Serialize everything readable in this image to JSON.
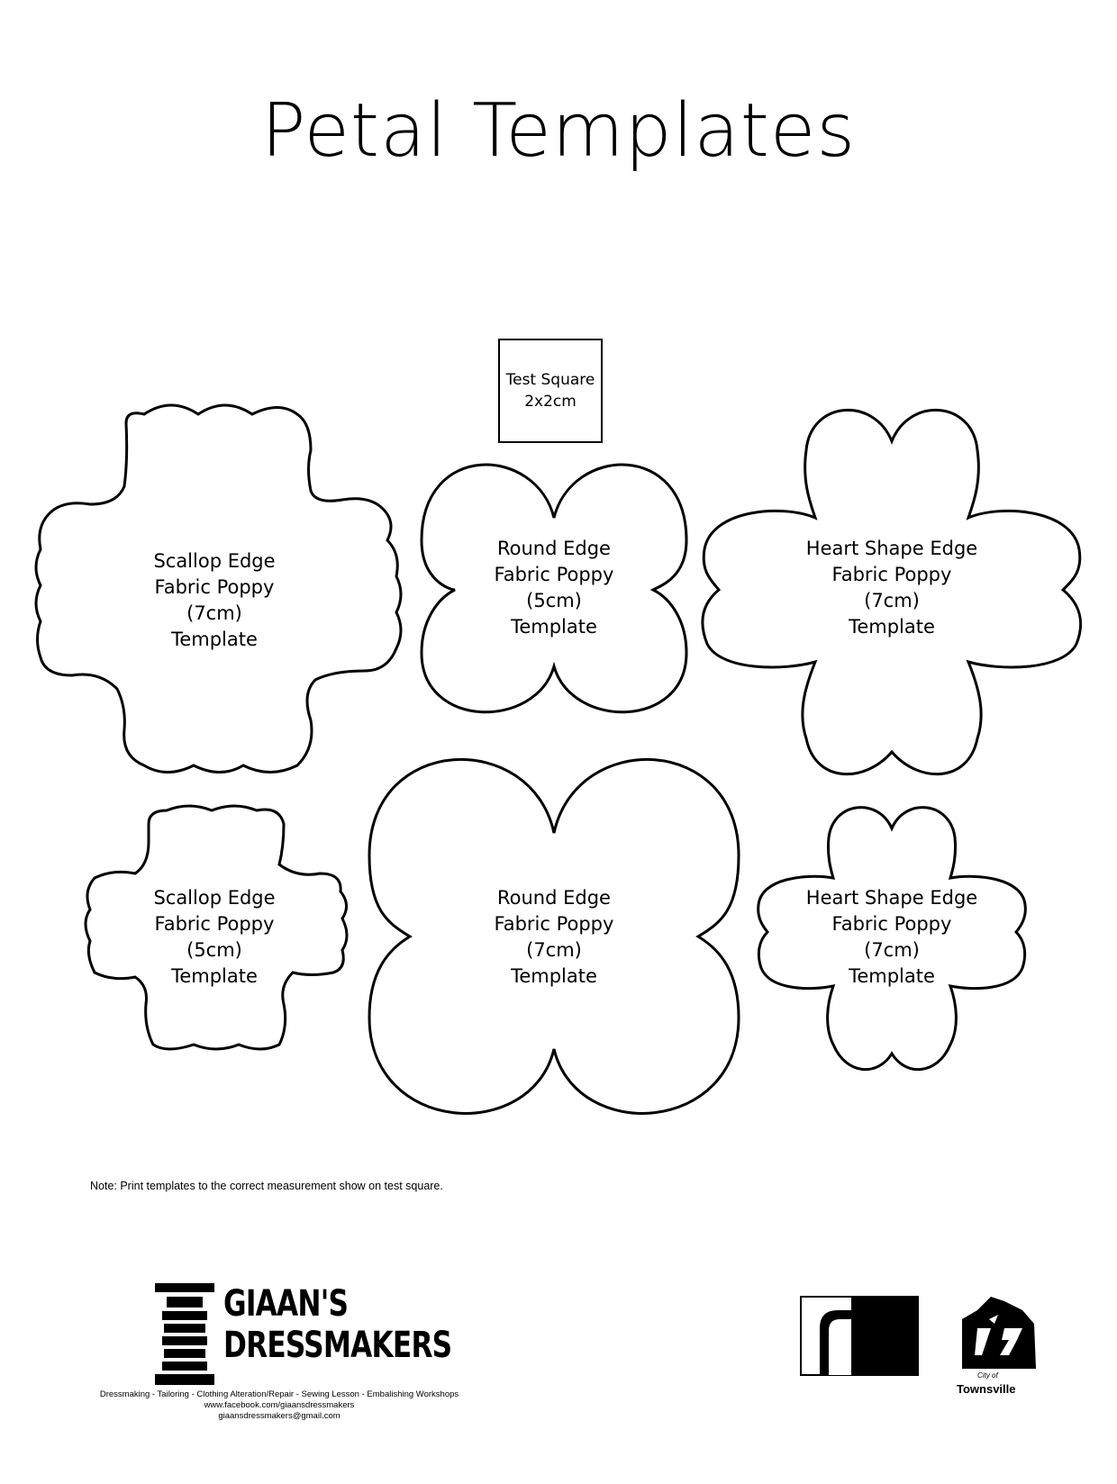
{
  "title": "Petal Templates",
  "test_square": {
    "line1": "Test Square",
    "line2": "2x2cm"
  },
  "templates": [
    {
      "lines": [
        "Scallop Edge",
        "Fabric Poppy",
        "(7cm)",
        "Template"
      ]
    },
    {
      "lines": [
        "Round Edge",
        "Fabric Poppy",
        "(5cm)",
        "Template"
      ]
    },
    {
      "lines": [
        "Heart Shape Edge",
        "Fabric Poppy",
        "(7cm)",
        "Template"
      ]
    },
    {
      "lines": [
        "Scallop Edge",
        "Fabric Poppy",
        "(5cm)",
        "Template"
      ]
    },
    {
      "lines": [
        "Round Edge",
        "Fabric Poppy",
        "(7cm)",
        "Template"
      ]
    },
    {
      "lines": [
        "Heart Shape Edge",
        "Fabric Poppy",
        "(7cm)",
        "Template"
      ]
    }
  ],
  "note": "Note: Print templates to the correct measurement show on test square.",
  "footer": {
    "brand_line1": "GIAAN'S",
    "brand_line2": "DRESSMAKERS",
    "services": "Dressmaking - Tailoring - Clothing Alteration/Repair - Sewing Lesson - Embalishing Workshops",
    "facebook": "www.facebook.com/giaansdressmakers",
    "email": "giaansdressmakers@gmail.com",
    "city_of": "City of",
    "townsville": "Townsville"
  }
}
